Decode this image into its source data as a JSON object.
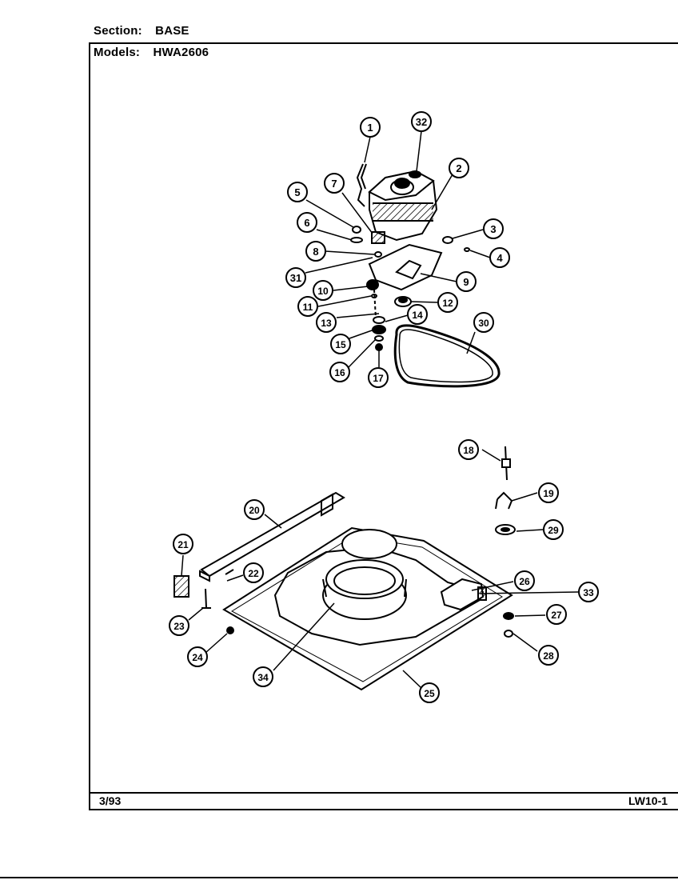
{
  "header": {
    "section_label": "Section:",
    "section_value": "BASE",
    "models_label": "Models:",
    "models_value": "HWA2606"
  },
  "footer": {
    "date": "3/93",
    "page_code": "LW10-1"
  },
  "callouts": [
    "1",
    "2",
    "3",
    "4",
    "5",
    "6",
    "7",
    "8",
    "9",
    "10",
    "11",
    "12",
    "13",
    "14",
    "15",
    "16",
    "17",
    "18",
    "19",
    "20",
    "21",
    "22",
    "23",
    "24",
    "25",
    "26",
    "27",
    "28",
    "29",
    "30",
    "31",
    "32",
    "33",
    "34"
  ]
}
